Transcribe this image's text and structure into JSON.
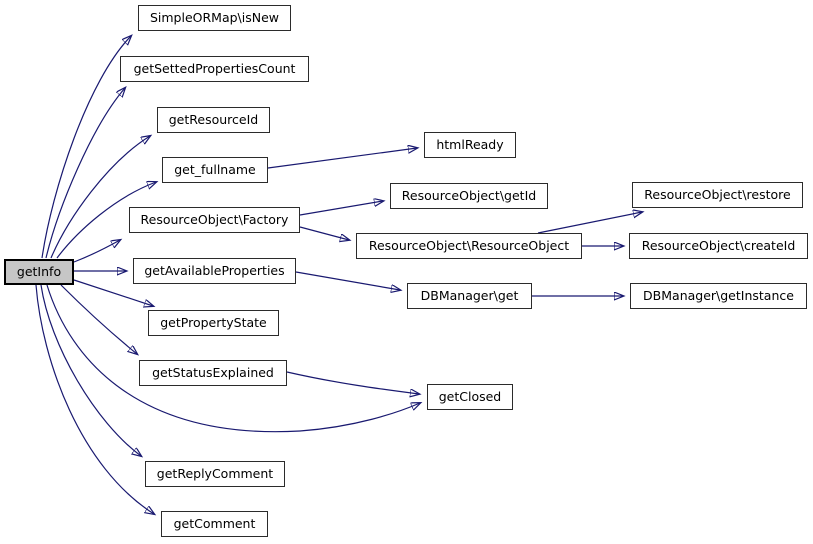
{
  "diagram": {
    "type": "call-graph",
    "background_color": "#ffffff",
    "edge_color": "#191970",
    "node_fill_color": "#ffffff",
    "node_border_color": "#2b2b2b",
    "highlight_node_fill_color": "#c6c6c6",
    "nodes": [
      {
        "id": "getinfo",
        "label": "getInfo",
        "highlighted": true
      },
      {
        "id": "isnew",
        "label": "SimpleORMap\\isNew"
      },
      {
        "id": "getsettedpropscount",
        "label": "getSettedPropertiesCount"
      },
      {
        "id": "getresourceid",
        "label": "getResourceId"
      },
      {
        "id": "getfullname",
        "label": "get_fullname"
      },
      {
        "id": "htmlready",
        "label": "htmlReady"
      },
      {
        "id": "factory",
        "label": "ResourceObject\\Factory"
      },
      {
        "id": "getid",
        "label": "ResourceObject\\getId"
      },
      {
        "id": "restore",
        "label": "ResourceObject\\restore"
      },
      {
        "id": "resourceobject",
        "label": "ResourceObject\\ResourceObject"
      },
      {
        "id": "createid",
        "label": "ResourceObject\\createId"
      },
      {
        "id": "getavailableprops",
        "label": "getAvailableProperties"
      },
      {
        "id": "dbget",
        "label": "DBManager\\get"
      },
      {
        "id": "dbgetinstance",
        "label": "DBManager\\getInstance"
      },
      {
        "id": "getpropertystate",
        "label": "getPropertyState"
      },
      {
        "id": "getstatusexplained",
        "label": "getStatusExplained"
      },
      {
        "id": "getclosed",
        "label": "getClosed"
      },
      {
        "id": "getreplycomment",
        "label": "getReplyComment"
      },
      {
        "id": "getcomment",
        "label": "getComment"
      }
    ],
    "edges": [
      {
        "from": "getinfo",
        "to": "isnew"
      },
      {
        "from": "getinfo",
        "to": "getsettedpropscount"
      },
      {
        "from": "getinfo",
        "to": "getresourceid"
      },
      {
        "from": "getinfo",
        "to": "getfullname"
      },
      {
        "from": "getinfo",
        "to": "factory"
      },
      {
        "from": "getinfo",
        "to": "getavailableprops"
      },
      {
        "from": "getinfo",
        "to": "getpropertystate"
      },
      {
        "from": "getinfo",
        "to": "getstatusexplained"
      },
      {
        "from": "getinfo",
        "to": "getclosed"
      },
      {
        "from": "getinfo",
        "to": "getreplycomment"
      },
      {
        "from": "getinfo",
        "to": "getcomment"
      },
      {
        "from": "getfullname",
        "to": "htmlready"
      },
      {
        "from": "factory",
        "to": "getid"
      },
      {
        "from": "factory",
        "to": "resourceobject"
      },
      {
        "from": "resourceobject",
        "to": "restore"
      },
      {
        "from": "resourceobject",
        "to": "createid"
      },
      {
        "from": "getavailableprops",
        "to": "dbget"
      },
      {
        "from": "dbget",
        "to": "dbgetinstance"
      },
      {
        "from": "getstatusexplained",
        "to": "getclosed"
      }
    ]
  }
}
